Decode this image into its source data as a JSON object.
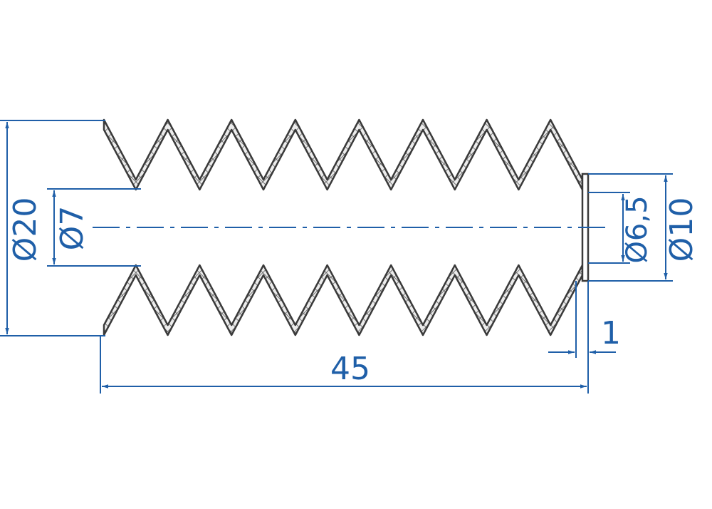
{
  "colors": {
    "dimension": "#1f5fa8",
    "outline": "#3a3a3a",
    "hatch": "#6a6a6a",
    "fill": "#e8e8e8"
  },
  "bellows": {
    "convolutions": 8
  },
  "dimensions": {
    "outer_diameter": "Ø20",
    "inner_diameter": "Ø7",
    "end_inner_diameter": "Ø6,5",
    "end_outer_diameter": "Ø10",
    "overall_length": "45",
    "wall_thickness": "1"
  }
}
